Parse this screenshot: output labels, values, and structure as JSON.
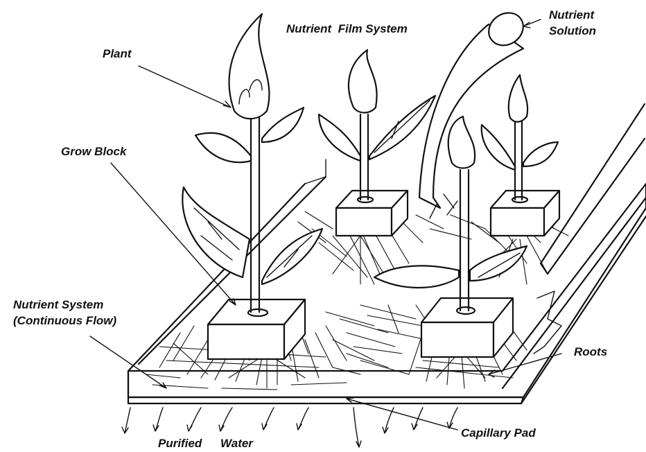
{
  "labels": {
    "title": "Nutrient  Film System",
    "nutrient_solution_line1": "Nutrient",
    "nutrient_solution_line2": "Solution",
    "plant": "Plant",
    "grow_block": "Grow Block",
    "nutrient_system_line1": "Nutrient System",
    "nutrient_system_line2": "(Continuous Flow)",
    "roots": "Roots",
    "capillary_pad": "Capillary Pad",
    "purified": "Purified",
    "water": "Water"
  }
}
